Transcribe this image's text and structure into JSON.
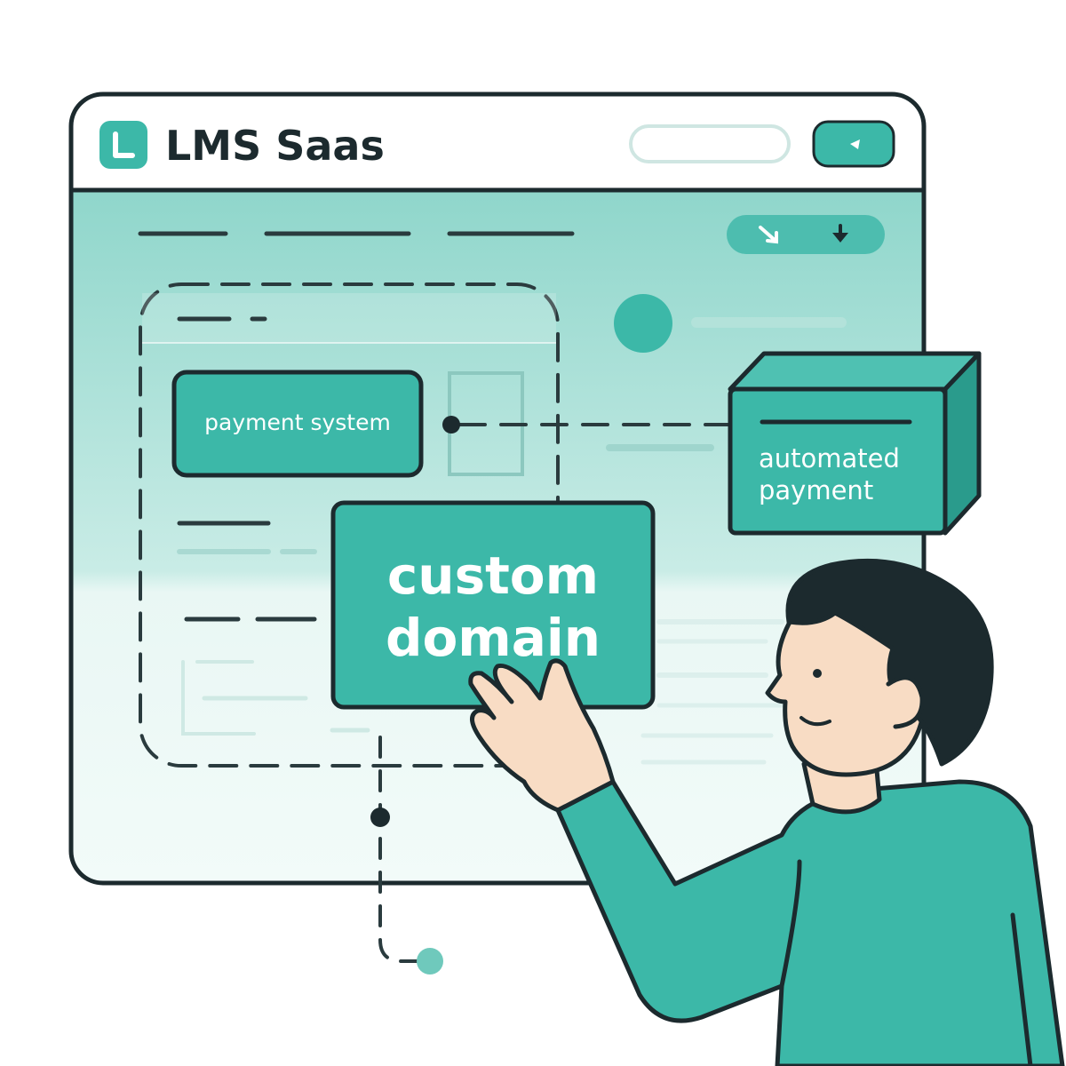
{
  "app": {
    "title": "LMS Saas",
    "logo_letter": "L"
  },
  "header": {
    "search_placeholder": "",
    "action_icon": "cursor-icon"
  },
  "toolbar": {
    "icons": [
      "collapse-arrow-icon",
      "download-arrow-icon"
    ]
  },
  "cards": {
    "payment": "payment system",
    "custom_domain_line1": "custom",
    "custom_domain_line2": "domain",
    "automated_line1": "automated",
    "automated_line2": "payment"
  },
  "colors": {
    "teal": "#3cb8a8",
    "teal_dark": "#2fa092",
    "outline": "#1c2a2e",
    "panel_top": "#8fd6cb",
    "panel_bottom": "#eef9f7",
    "skin": "#f8dcc4",
    "hair": "#1c2a2e"
  }
}
